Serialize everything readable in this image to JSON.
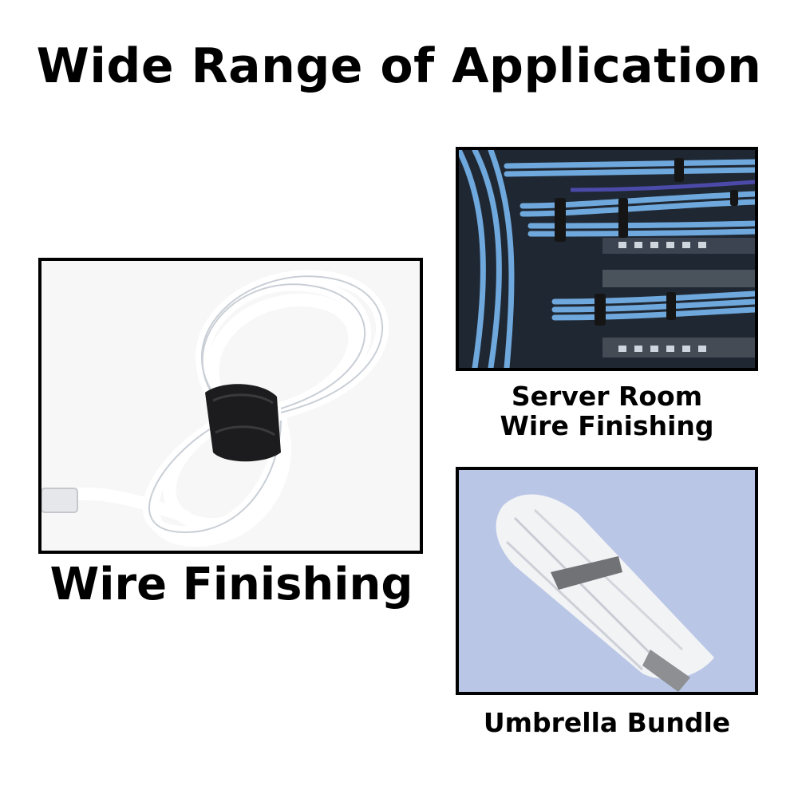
{
  "title": "Wide Range of Application",
  "panels": [
    {
      "caption": "Wire Finishing"
    },
    {
      "caption_lines": [
        "Server Room",
        "Wire Finishing"
      ]
    },
    {
      "caption": "Umbrella Bundle"
    }
  ],
  "colors": {
    "frame_border": "#000000",
    "cable_blue": "#6fa8dc",
    "strap_black": "#1a1a1a",
    "umbrella_bg": "#b9c6e6"
  }
}
